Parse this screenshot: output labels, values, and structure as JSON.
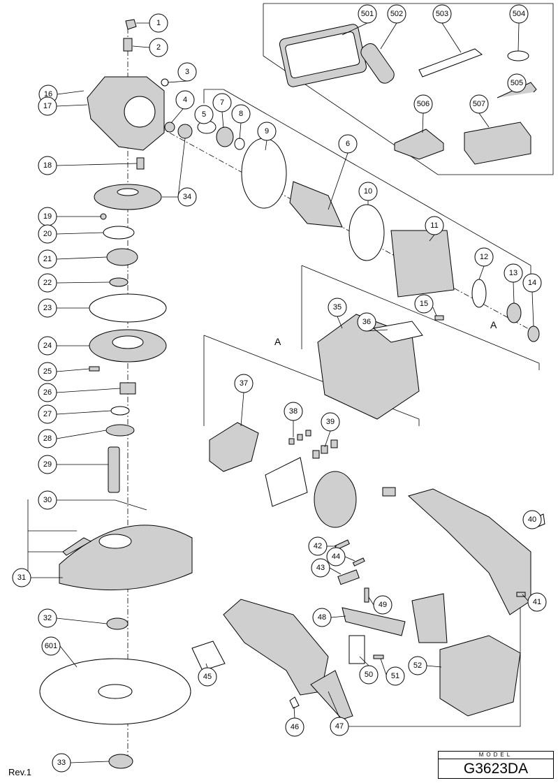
{
  "diagram": {
    "callouts": [
      "1",
      "2",
      "3",
      "4",
      "5",
      "6",
      "7",
      "8",
      "9",
      "10",
      "11",
      "12",
      "13",
      "14",
      "15",
      "16",
      "17",
      "18",
      "19",
      "20",
      "21",
      "22",
      "23",
      "24",
      "25",
      "26",
      "27",
      "28",
      "29",
      "30",
      "31",
      "32",
      "33",
      "34",
      "35",
      "36",
      "37",
      "38",
      "39",
      "40",
      "41",
      "42",
      "43",
      "44",
      "45",
      "46",
      "47",
      "48",
      "49",
      "50",
      "51",
      "52",
      "501",
      "502",
      "503",
      "504",
      "505",
      "506",
      "507",
      "601"
    ],
    "reference_marks": [
      "A",
      "A"
    ]
  },
  "footer": {
    "revision": "Rev.1",
    "model_label": "MODEL",
    "model_value": "G3623DA"
  }
}
